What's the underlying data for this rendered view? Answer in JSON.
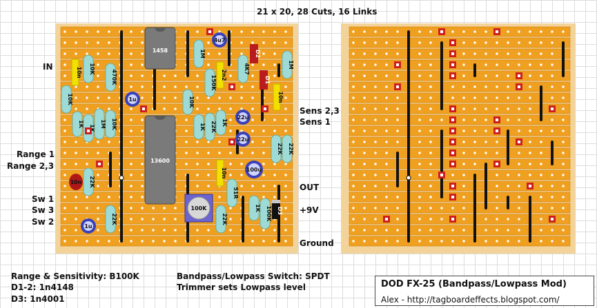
{
  "header": {
    "stats": "21 x 20, 28 Cuts, 16 Links"
  },
  "labels_left": {
    "in": "IN",
    "range1": "Range 1",
    "range23": "Range 2,3",
    "sw1": "Sw 1",
    "sw3": "Sw 3",
    "sw2": "Sw 2"
  },
  "labels_right": {
    "sens23": "Sens 2,3",
    "sens1": "Sens 1",
    "out": "OUT",
    "v9": "+9V",
    "ground": "Ground"
  },
  "components": {
    "ic1458": "1458",
    "ic13600": "13600",
    "c4u7": "4u7",
    "c1u_a": "1u",
    "c1u_b": "1u",
    "c22u_a": "22u",
    "c22u_b": "22u",
    "c100u": "100u",
    "c10n_red": "10n",
    "c10n_a": "10n",
    "c10n_b": "10n",
    "c10n_c": "10n",
    "c2n2": "2n2",
    "r1m_a": "1M",
    "r1m_b": "1M",
    "r1m_c": "1M",
    "r10k_a": "10K",
    "r10k_b": "10K",
    "r10k_c": "10K",
    "r10k_d": "10K",
    "r470k": "470K",
    "r1k_a": "1K",
    "r1k_b": "1K",
    "r1k_c": "1K",
    "r1k_d": "1K",
    "r1k_e": "1K",
    "r150k": "150K",
    "r4k7": "4K7",
    "r22k_a": "22K",
    "r22k_b": "22K",
    "r22k_c": "22K",
    "r22k_d": "22K",
    "r22k_e": "22K",
    "r22k_f": "22K",
    "r51r": "51R",
    "r100k": "100K",
    "trim100k": "100K",
    "d1": "D1",
    "d2": "D2",
    "d3": "D3"
  },
  "notes": {
    "pots": "Range & Sensitivity: B100K",
    "d12": "D1-2: 1n4148",
    "d3": "D3: 1n4001",
    "switch": "Bandpass/Lowpass Switch: SPDT",
    "trimmer": "Trimmer sets Lowpass level"
  },
  "title": {
    "name": "DOD FX-25 (Bandpass/Lowpass Mod)",
    "credit": "Alex - http://tagboardeffects.blogspot.com/"
  },
  "colors": {
    "strip": "#f0a020",
    "strip_edge": "#d08010",
    "hole": "#ffffff",
    "cut": "#cc2020",
    "link": "#111111",
    "resistor": "#9edbd6",
    "ic": "#7a7a7a",
    "elec_cap": "#3a40b8",
    "film_cap": "#f3e000",
    "ceramic_cap": "#b01818",
    "diode": "#b81c1c"
  }
}
